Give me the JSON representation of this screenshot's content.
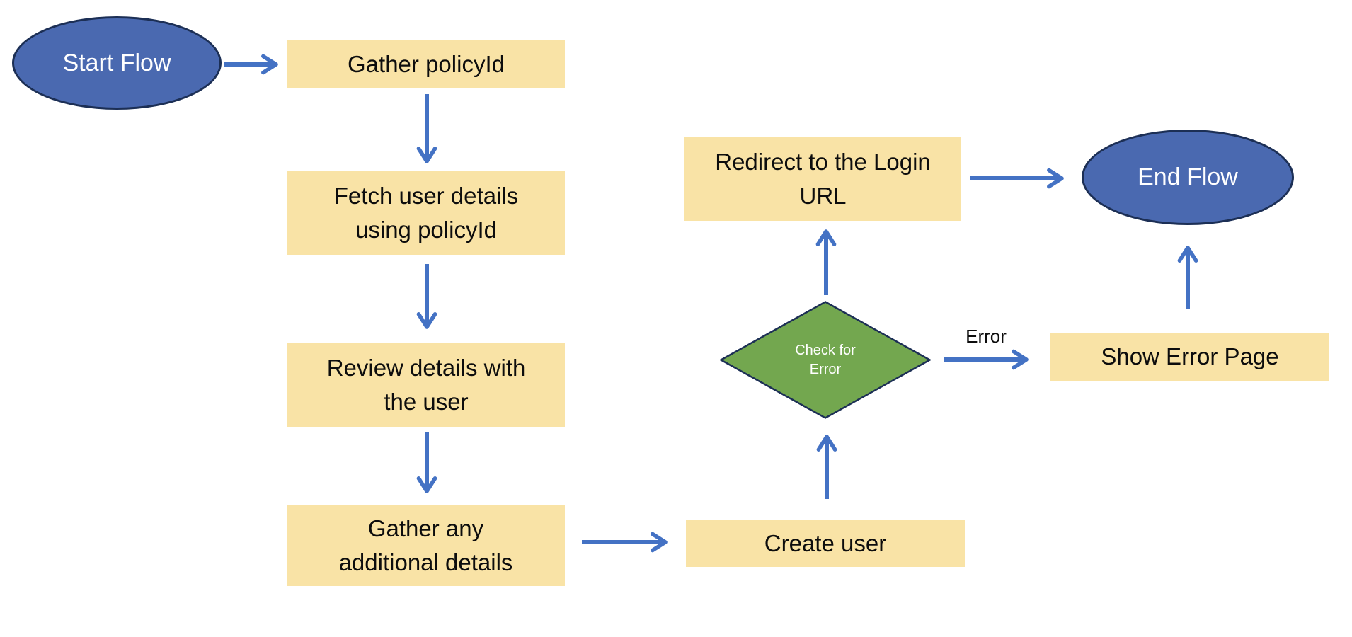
{
  "diagram": {
    "type": "flowchart",
    "background": "#ffffff",
    "colors": {
      "fill_process": "#f9e3a6",
      "fill_terminator": "#4a69b0",
      "fill_decision": "#73a74f",
      "stroke_shape": "#1c2f55",
      "arrow_color": "#4472c4",
      "text_dark": "#0d0d0d",
      "text_light": "#ffffff"
    },
    "nodes": [
      {
        "id": "start",
        "type": "terminator",
        "shape": "ellipse",
        "label": "Start Flow"
      },
      {
        "id": "gather-policyid",
        "type": "process",
        "shape": "rectangle",
        "label": "Gather policyId"
      },
      {
        "id": "fetch-user-details",
        "type": "process",
        "shape": "rectangle",
        "label": "Fetch user details\nusing policyId"
      },
      {
        "id": "review-details",
        "type": "process",
        "shape": "rectangle",
        "label": "Review details with\nthe user"
      },
      {
        "id": "gather-additional-details",
        "type": "process",
        "shape": "rectangle",
        "label": "Gather any\nadditional details"
      },
      {
        "id": "create-user",
        "type": "process",
        "shape": "rectangle",
        "label": "Create user"
      },
      {
        "id": "check-for-error",
        "type": "decision",
        "shape": "diamond",
        "label": "Check for\nError"
      },
      {
        "id": "redirect-login-url",
        "type": "process",
        "shape": "rectangle",
        "label": "Redirect to the Login\nURL"
      },
      {
        "id": "show-error-page",
        "type": "process",
        "shape": "rectangle",
        "label": "Show Error Page"
      },
      {
        "id": "end",
        "type": "terminator",
        "shape": "ellipse",
        "label": "End Flow"
      }
    ],
    "edges": [
      {
        "from": "start",
        "to": "gather-policyid",
        "label": ""
      },
      {
        "from": "gather-policyid",
        "to": "fetch-user-details",
        "label": ""
      },
      {
        "from": "fetch-user-details",
        "to": "review-details",
        "label": ""
      },
      {
        "from": "review-details",
        "to": "gather-additional-details",
        "label": ""
      },
      {
        "from": "gather-additional-details",
        "to": "create-user",
        "label": ""
      },
      {
        "from": "create-user",
        "to": "check-for-error",
        "label": ""
      },
      {
        "from": "check-for-error",
        "to": "redirect-login-url",
        "label": ""
      },
      {
        "from": "redirect-login-url",
        "to": "end",
        "label": ""
      },
      {
        "from": "check-for-error",
        "to": "show-error-page",
        "label": "Error"
      },
      {
        "from": "show-error-page",
        "to": "end",
        "label": ""
      }
    ]
  }
}
